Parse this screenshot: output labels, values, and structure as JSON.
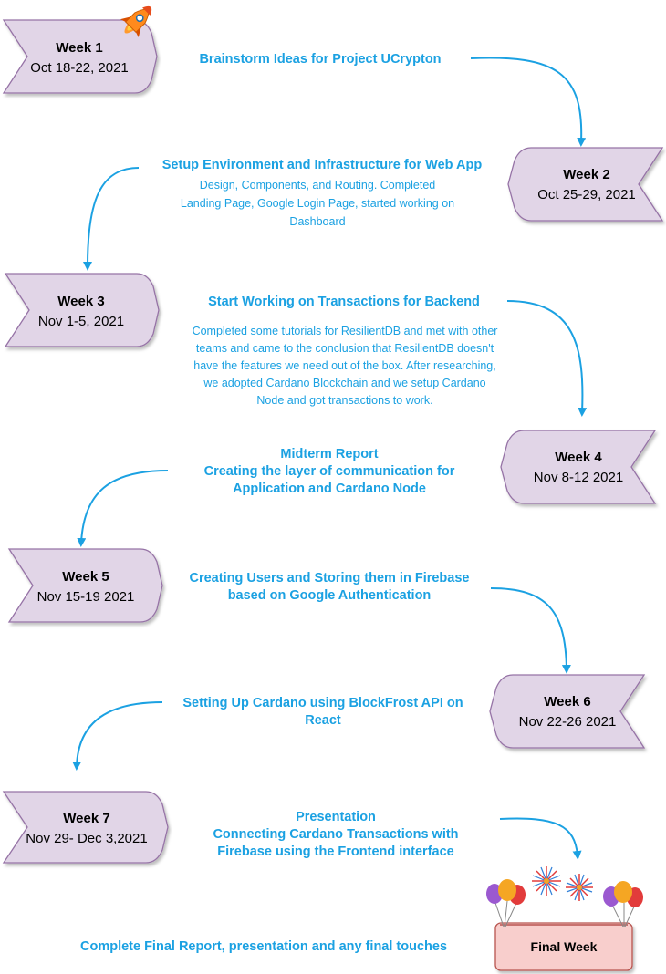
{
  "weeks": [
    {
      "label": "Week 1",
      "date": "Oct 18-22, 2021"
    },
    {
      "label": "Week 2",
      "date": "Oct 25-29, 2021"
    },
    {
      "label": "Week 3",
      "date": "Nov 1-5, 2021"
    },
    {
      "label": "Week 4",
      "date": "Nov 8-12 2021"
    },
    {
      "label": "Week 5",
      "date": "Nov 15-19 2021"
    },
    {
      "label": "Week 6",
      "date": "Nov 22-26 2021"
    },
    {
      "label": "Week 7",
      "date": "Nov 29- Dec 3,2021"
    }
  ],
  "tasks": {
    "w1": {
      "title": "Brainstorm Ideas for Project UCrypton"
    },
    "w2": {
      "title": "Setup Environment and Infrastructure for Web App",
      "details": [
        "Design, Components, and Routing. Completed",
        "Landing Page, Google Login Page, started working on",
        "Dashboard"
      ]
    },
    "w3": {
      "title": "Start Working on Transactions for Backend",
      "details": [
        "Completed some tutorials for ResilientDB and met with other",
        "teams and came to the conclusion that ResilientDB doesn't",
        "have the features we need out of the box. After researching,",
        "we adopted Cardano Blockchain and we setup Cardano",
        "Node and got transactions to work."
      ]
    },
    "w4": {
      "lines": [
        "Midterm Report",
        "Creating the layer of communication for",
        "Application and Cardano Node"
      ]
    },
    "w5": {
      "lines": [
        "Creating Users and Storing them in Firebase",
        "based on Google Authentication"
      ]
    },
    "w6": {
      "lines": [
        "Setting Up Cardano using BlockFrost API on",
        "React"
      ]
    },
    "w7": {
      "lines": [
        "Presentation",
        "Connecting Cardano Transactions with",
        "Firebase using the Frontend interface"
      ]
    },
    "final": {
      "title": "Complete Final Report, presentation and any final touches"
    }
  },
  "final_box": {
    "label": "Final Week"
  },
  "colors": {
    "accent": "#1ba1e2",
    "week_fill": "#e1d5e7",
    "week_stroke": "#9673a6",
    "final_fill": "#f8cecc",
    "final_stroke": "#b85450"
  }
}
